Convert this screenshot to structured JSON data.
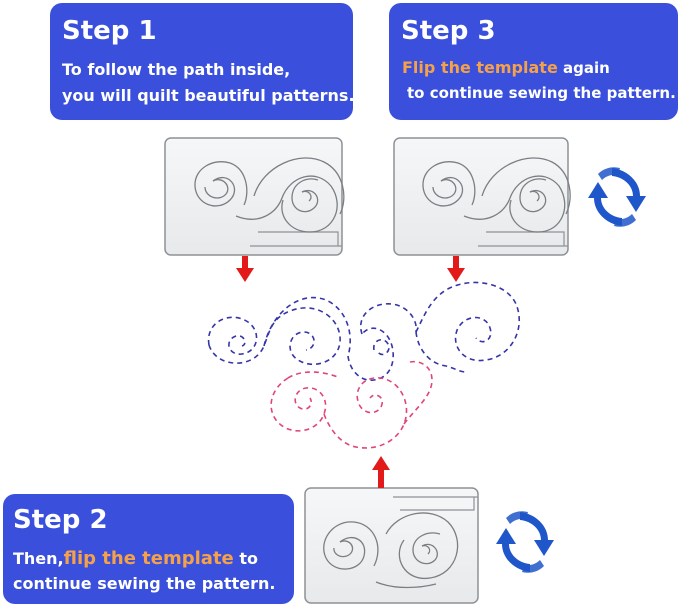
{
  "steps": {
    "step1": {
      "title": "Step 1",
      "line1": "To follow the path inside,",
      "line2": "you will quilt beautiful patterns."
    },
    "step3": {
      "title": "Step 3",
      "line1_highlight": "Flip the template",
      "line1_rest": " again",
      "line2": "to continue sewing the pattern."
    },
    "step2": {
      "title": "Step 2",
      "line1_prefix": "Then,",
      "line1_highlight": "flip the template",
      "line1_rest": " to",
      "line2": "continue sewing the pattern."
    }
  },
  "colors": {
    "box_blue": "#3a50dc",
    "highlight": "#f5a14a",
    "arrow_red": "#e21a1a",
    "dash_blue": "#3535a8",
    "dash_pink": "#e0457a",
    "rotate_blue": "#1f56c9"
  },
  "icons": {
    "flip": "rotate-arrows-icon",
    "arrow": "arrow-down-icon"
  }
}
